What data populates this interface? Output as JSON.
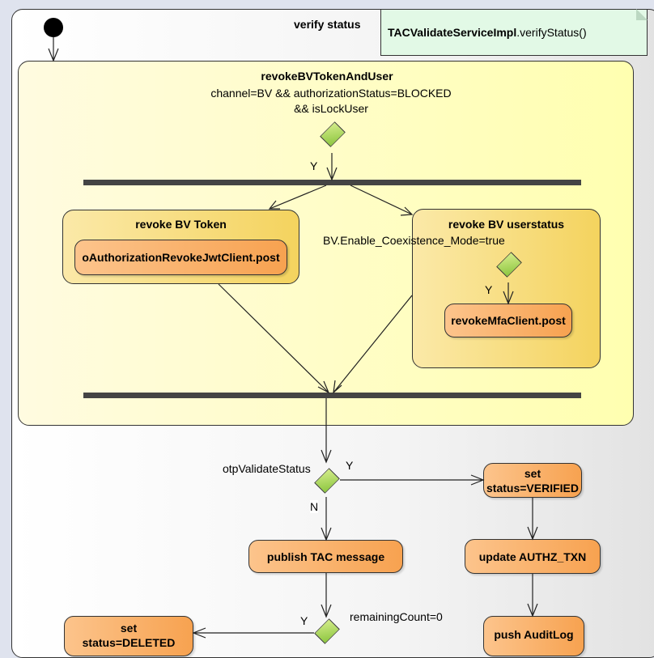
{
  "frame": {
    "title": "verify status"
  },
  "note": {
    "class_name": "TACValidateServiceImpl",
    "method": ".verifyStatus()"
  },
  "region": {
    "title": "revokeBVTokenAndUser",
    "guard_line1": "channel=BV && authorizationStatus=BLOCKED",
    "guard_line2": "&& isLockUser",
    "yes_label": "Y",
    "revoke_token": {
      "title": "revoke BV Token",
      "action": "oAuthorizationRevokeJwtClient.post"
    },
    "revoke_user": {
      "title": "revoke BV userstatus",
      "guard": "BV.Enable_Coexistence_Mode=true",
      "yes_label": "Y",
      "action": "revokeMfaClient.post"
    }
  },
  "flow": {
    "otp_guard": "otpValidateStatus",
    "otp_yes": "Y",
    "otp_no": "N",
    "set_verified_line1": "set",
    "set_verified_line2": "status=VERIFIED",
    "publish": "publish TAC message",
    "update": "update AUTHZ_TXN",
    "remaining_guard": "remainingCount=0",
    "remaining_yes": "Y",
    "push": "push AuditLog",
    "set_deleted_line1": "set",
    "set_deleted_line2": "status=DELETED"
  },
  "colors": {
    "action": "#f7a250",
    "region": "#ffffb0",
    "decision": "#8cc63f",
    "note": "#e2f9e6"
  }
}
